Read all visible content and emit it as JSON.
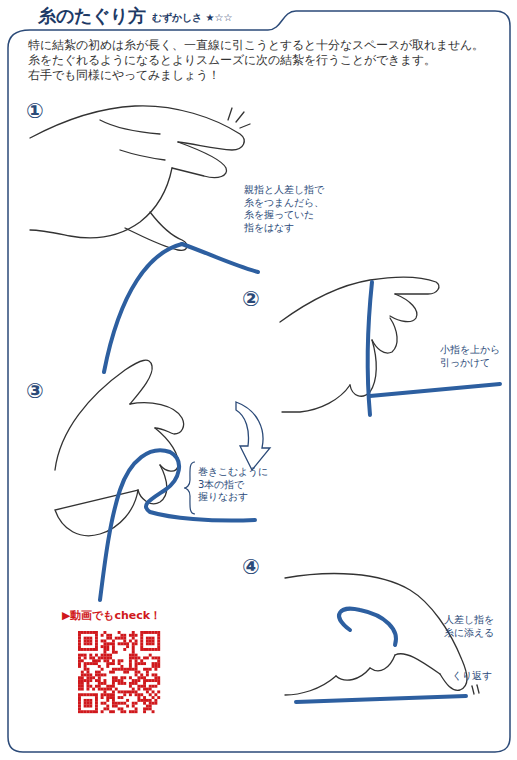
{
  "diagram": {
    "title": "糸のたぐり方",
    "labels": [
      "むずかしさ ★☆☆",
      "特に結紮の初めは糸が長く、一直線に引こうとすると十分なスペースが取れません。",
      "糸をたぐれるようになるとよりスムーズに次の結紮を行うことができます。",
      "右手でも同様にやってみましょう！",
      "①",
      "親指と人差し指で 糸をつまんだら、 糸を握っていた 指をはなす",
      "②",
      "小指を上から 引っかけて",
      "③",
      "巻きこむように 3本の指で 握りなおす",
      "④",
      "人差し指を 糸に添える",
      "くり返す",
      "▶動画でもcheck！"
    ]
  }
}
